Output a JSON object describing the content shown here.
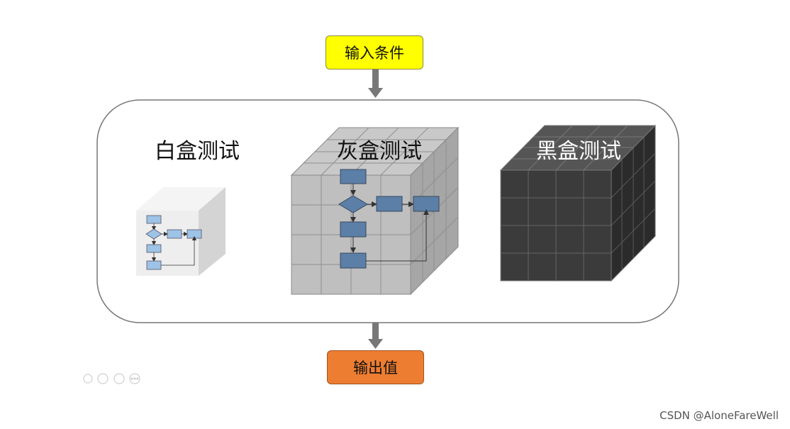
{
  "input_label": "输入条件",
  "output_label": "输出值",
  "methods": {
    "white": "白盒测试",
    "grey": "灰盒测试",
    "black": "黑盒测试"
  },
  "watermark": "CSDN @AloneFareWell",
  "colors": {
    "input": "#ffff00",
    "output": "#ed7d31",
    "grey_cube": "#bfbfbf",
    "black_cube": "#404040",
    "flow_box": "#5b7fa6"
  }
}
